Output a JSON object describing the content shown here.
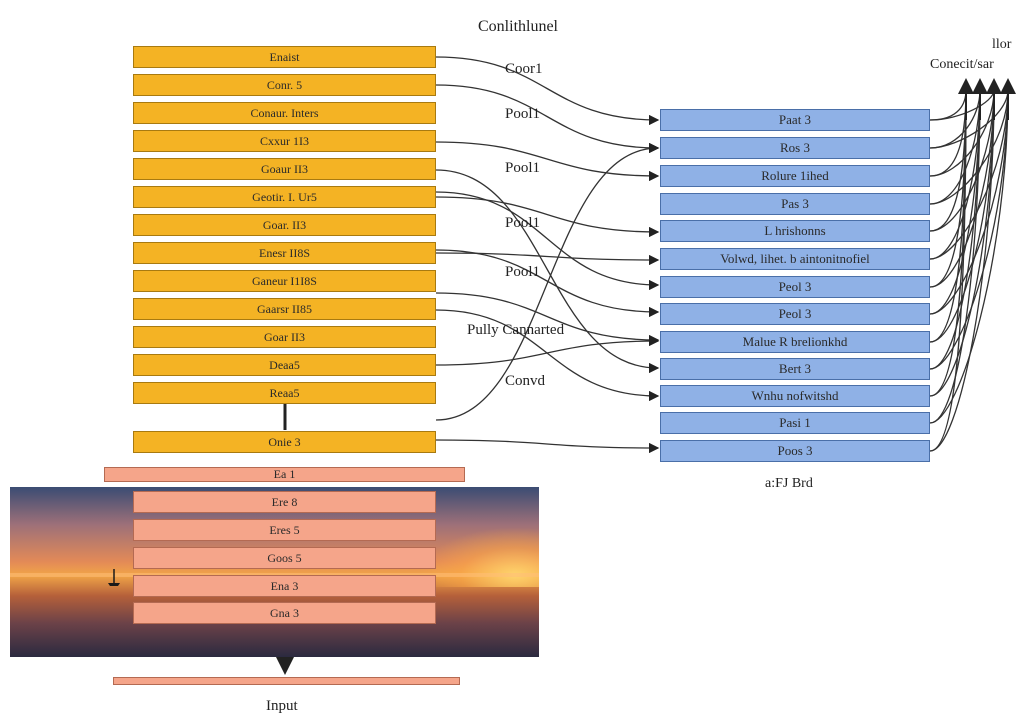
{
  "labels": {
    "top_title": "Conlithlunel",
    "right_title_line1": "llor",
    "right_title_line2": "Conecit/sar",
    "conv1": "Coor1",
    "pool1": "Pool1",
    "pool2": "Pool1",
    "pool3": "Pool1",
    "pool4": "Pool1",
    "fully_connected": "Pully Cannarted",
    "convd": "Convd",
    "bottom_right": "a:FJ Brd",
    "input": "Input"
  },
  "left_stack": [
    "Enaist",
    "Conr. 5",
    "Conaur. Inters",
    "Cxxur 1I3",
    "Goaur II3",
    "Geotir. I. Ur5",
    "Goar. II3",
    "Enesr II8S",
    "Ganeur I1I8S",
    "Gaarsr II85",
    "Goar II3",
    "Deaa5",
    "Reaa5",
    "Onie 3"
  ],
  "salmon_stack": [
    "Ea 1",
    "Ere 8",
    "Eres 5",
    "Goos 5",
    "Ena 3",
    "Gna 3"
  ],
  "right_stack": [
    "Paat 3",
    "Ros 3",
    "Rolure 1ihed",
    "Pas 3",
    "L hrishonns",
    "Volwd, lihet. b aintonitnofiel",
    "Peol 3",
    "Peol 3",
    "Malue R brelionkhd",
    "Bert 3",
    "Wnhu nofwitshd",
    "Pasi 1",
    "Poos 3"
  ],
  "colors": {
    "yellow": "#f4b324",
    "salmon": "#f5a58a",
    "blue": "#8fb1e6",
    "line": "#333333"
  }
}
